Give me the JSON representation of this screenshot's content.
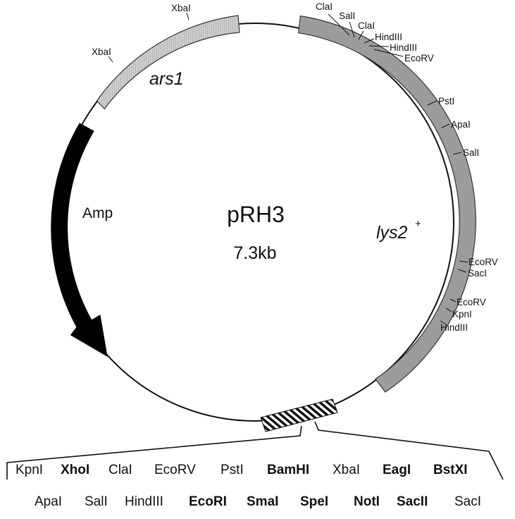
{
  "plasmid": {
    "name": "pRH3",
    "size": "7.3kb"
  },
  "features": {
    "ars1": {
      "label": "ars1",
      "color": "#c8c8c8"
    },
    "lys2": {
      "label": "lys2",
      "superscript": "+",
      "color": "#9a9a9a"
    },
    "amp": {
      "label": "Amp",
      "color": "#000000"
    },
    "mcs": {
      "label": "multiple cloning site",
      "pattern": "hatched"
    }
  },
  "restriction_sites": {
    "ars1": [
      "XbaI",
      "XbaI"
    ],
    "lys2_top": [
      "ClaI",
      "SalI",
      "ClaI",
      "HindIII",
      "HindIII",
      "EcoRV"
    ],
    "lys2_middle": [
      "PstI",
      "ApaI",
      "SalI"
    ],
    "lys2_lower": [
      "EcoRV",
      "SacI",
      "EcoRV",
      "KpnI",
      "HindIII"
    ]
  },
  "mcs_sites": {
    "row1": [
      {
        "name": "KpnI",
        "bold": false
      },
      {
        "name": "XhoI",
        "bold": true
      },
      {
        "name": "ClaI",
        "bold": false
      },
      {
        "name": "EcoRV",
        "bold": false
      },
      {
        "name": "PstI",
        "bold": false
      },
      {
        "name": "BamHI",
        "bold": true
      },
      {
        "name": "XbaI",
        "bold": false
      },
      {
        "name": "EagI",
        "bold": true
      },
      {
        "name": "BstXI",
        "bold": true
      }
    ],
    "row2": [
      {
        "name": "ApaI",
        "bold": false
      },
      {
        "name": "SalI",
        "bold": false
      },
      {
        "name": "HindIII",
        "bold": false
      },
      {
        "name": "EcoRI",
        "bold": true
      },
      {
        "name": "SmaI",
        "bold": true
      },
      {
        "name": "SpeI",
        "bold": true
      },
      {
        "name": "NotI",
        "bold": true
      },
      {
        "name": "SacII",
        "bold": true
      },
      {
        "name": "SacI",
        "bold": false
      }
    ]
  }
}
